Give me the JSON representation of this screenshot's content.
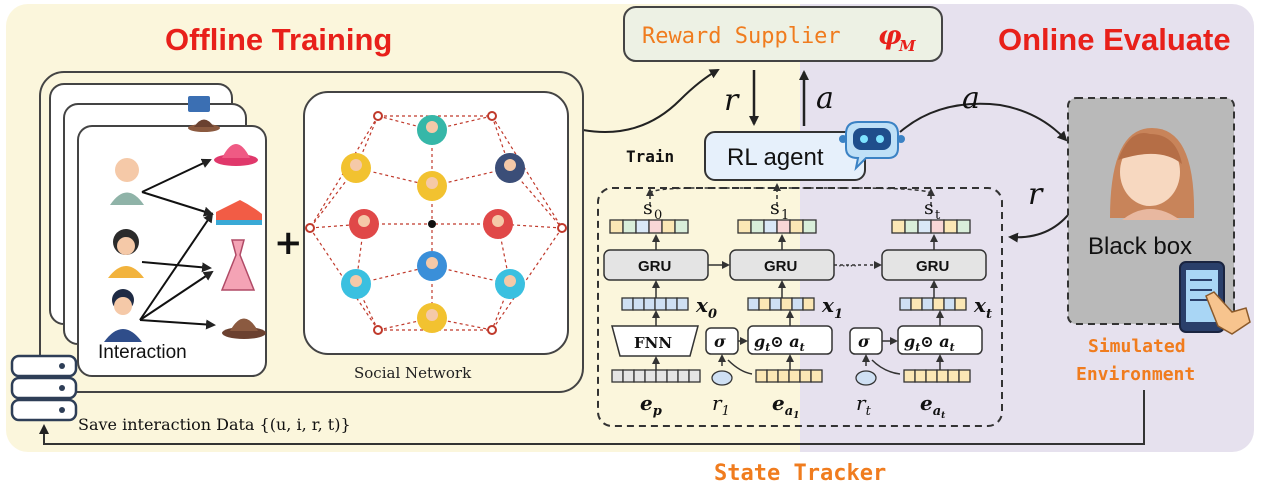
{
  "regions": {
    "offline_title": "Offline Training",
    "online_title": "Online Evaluate",
    "state_tracker": "State Tracker"
  },
  "reward_supplier": {
    "label": "Reward Supplier",
    "symbol": "φ",
    "subscript": "M"
  },
  "signals": {
    "r": "r",
    "a": "a",
    "train": "Train"
  },
  "agent": {
    "label": "RL agent"
  },
  "social_network": {
    "label": "Social Network"
  },
  "interaction": {
    "label": "Interaction"
  },
  "plus": "+",
  "save": {
    "label": "Save interaction Data {(u, i, r, t)}"
  },
  "black_box": {
    "label": "Black box",
    "sim_line1": "Simulated",
    "sim_line2": "Environment"
  },
  "tracker": {
    "states": [
      "s",
      "s",
      "s"
    ],
    "state_subs": [
      "0",
      "1",
      "t"
    ],
    "gru": "GRU",
    "fnn": "FNN",
    "sigma": "σ",
    "x_labels": [
      "x",
      "x",
      "x"
    ],
    "x_subs": [
      "0",
      "1",
      "t"
    ],
    "gate": "g",
    "gate_op": "⊙ a",
    "r_labels": [
      "r",
      "r"
    ],
    "r_subs": [
      "1",
      "t"
    ],
    "e_labels": [
      "e",
      "e",
      "e"
    ],
    "e_subs": [
      "p",
      "a",
      "a"
    ],
    "e_subsubs": [
      "",
      "1",
      "t"
    ],
    "dots": "·····"
  },
  "colors": {
    "offline_bg": "#fbf6dc",
    "online_bg": "#e6e1ee",
    "title_red": "#e8201a",
    "orange": "#f07c1e",
    "agent_bg": "#e6f0fb",
    "reward_bg": "#edf1e4",
    "blackbox_bg": "#b9b9b9"
  }
}
